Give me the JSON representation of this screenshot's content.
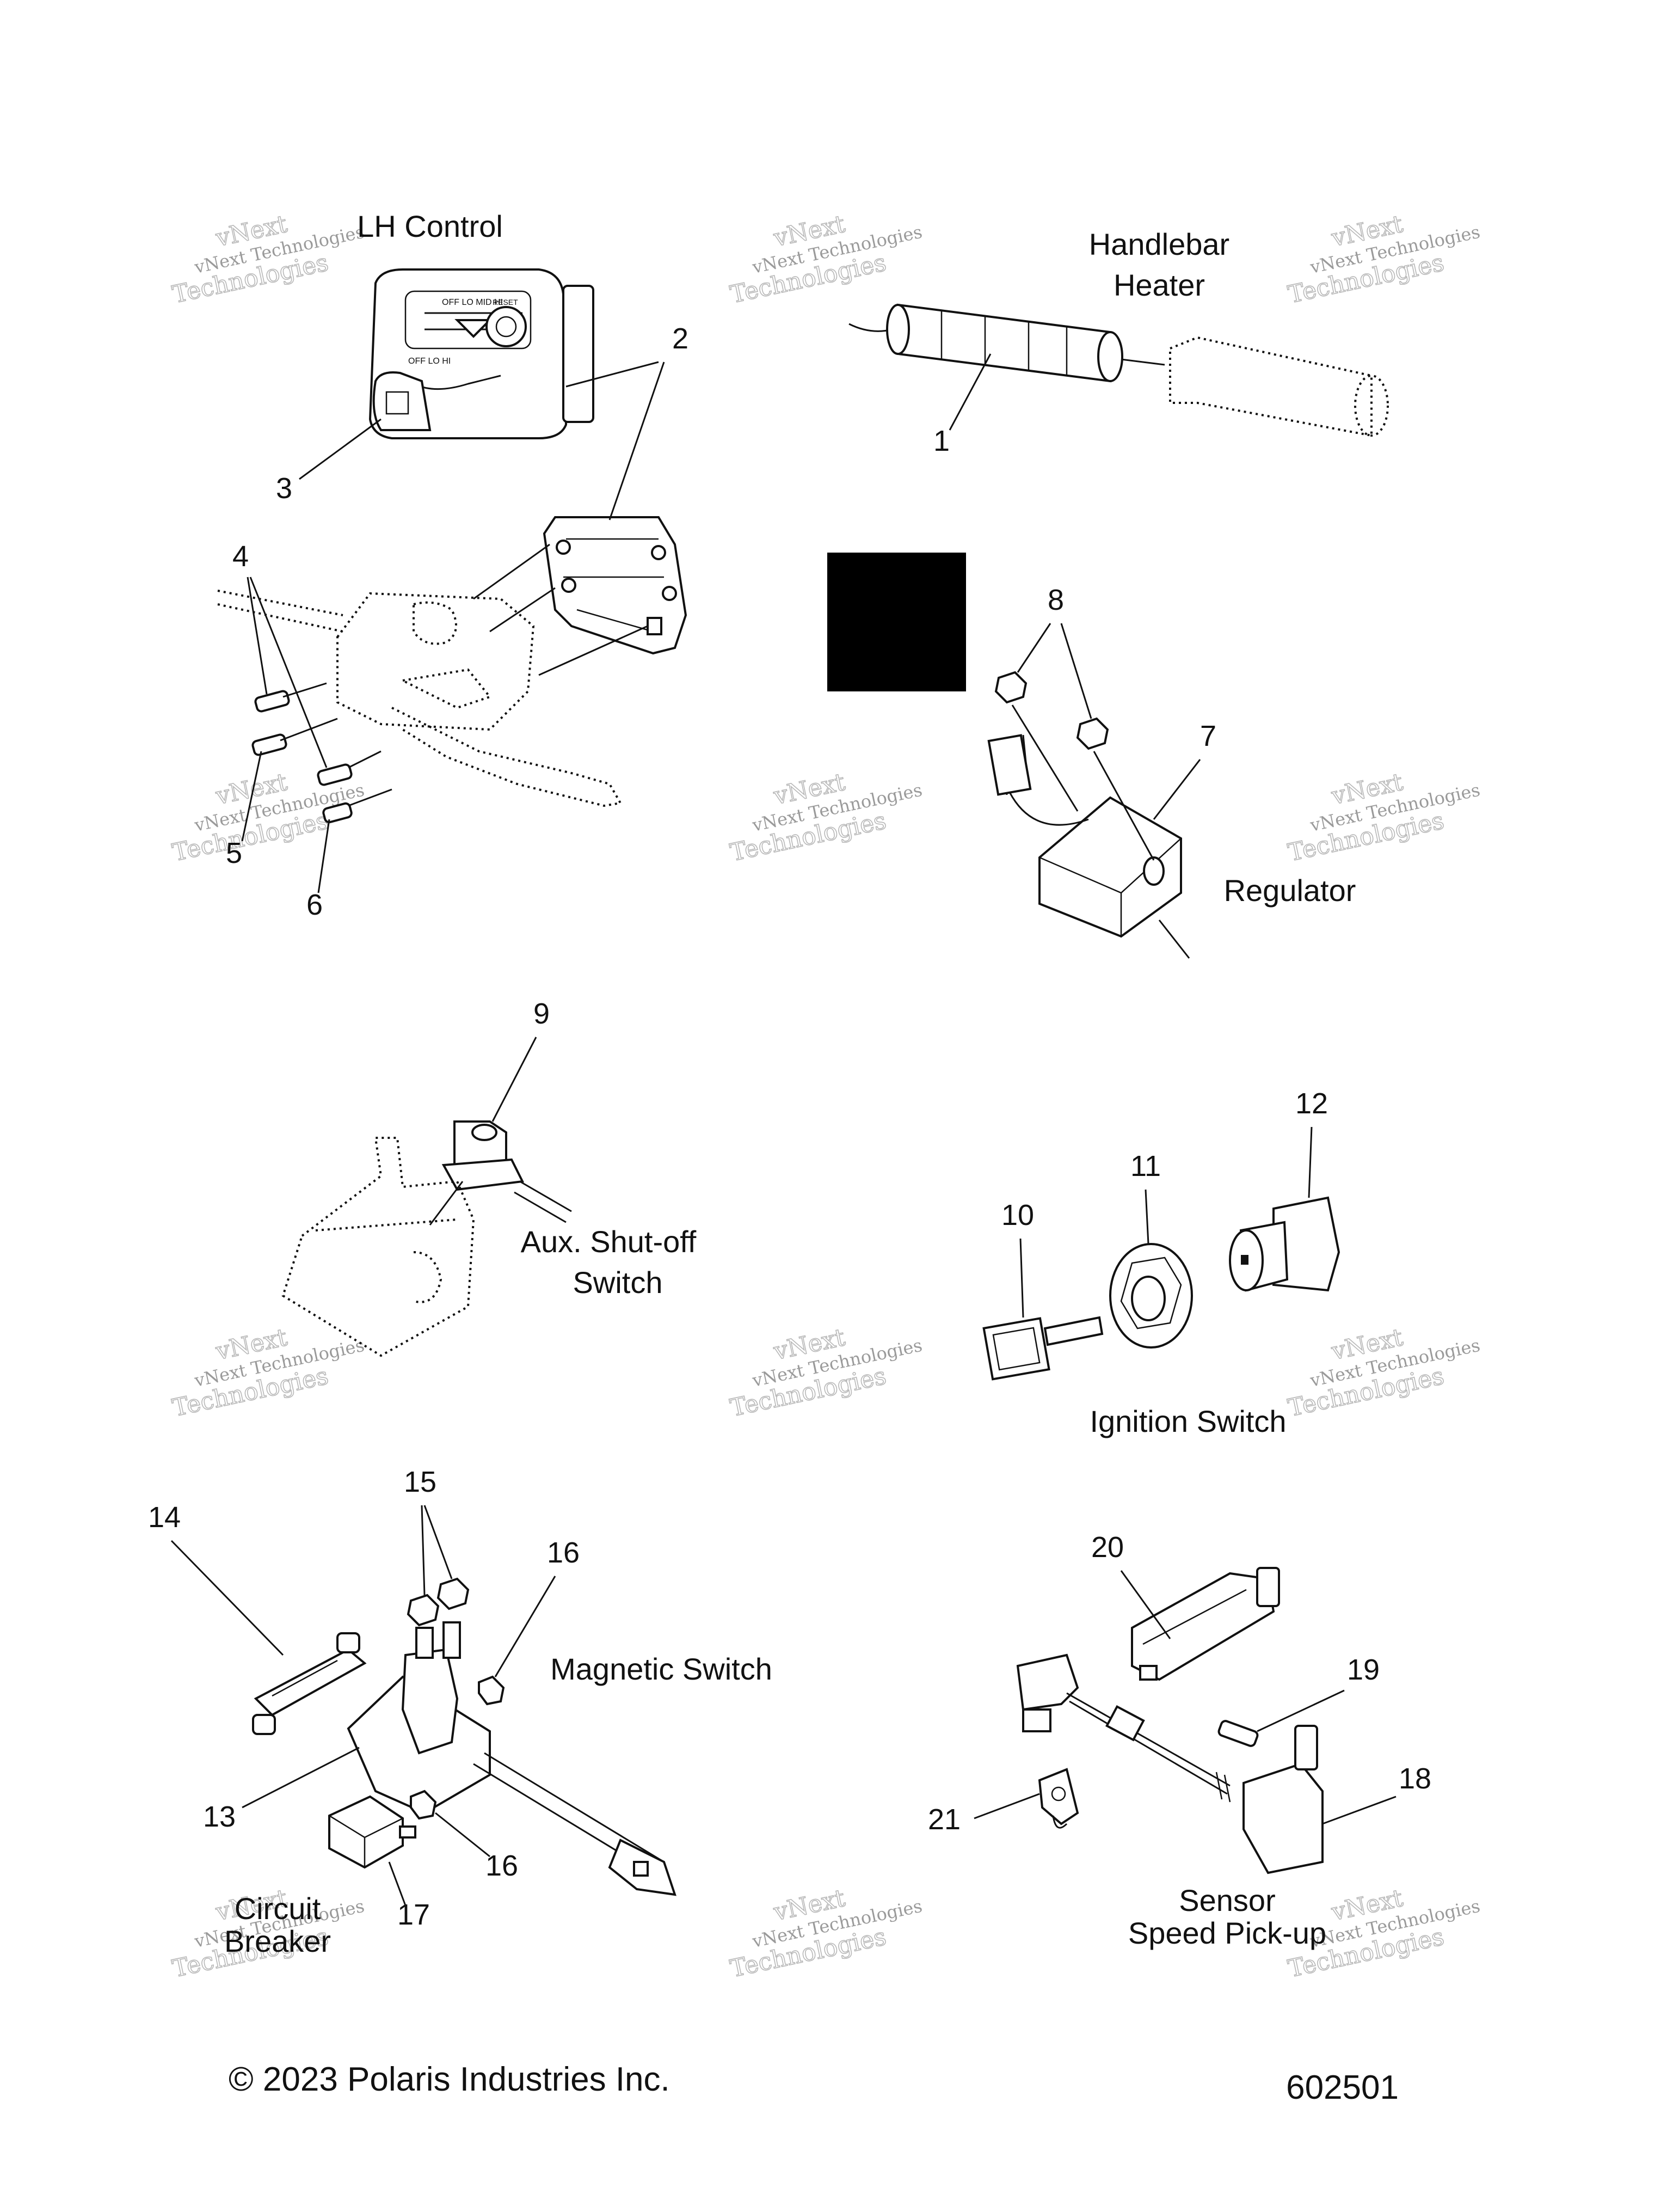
{
  "sections": {
    "lh_control": "LH Control",
    "handlebar_heater": [
      "Handlebar",
      "Heater"
    ],
    "regulator": "Regulator",
    "aux_shutoff": [
      "Aux. Shut-off",
      "Switch"
    ],
    "ignition_switch": "Ignition Switch",
    "magnetic_switch": "Magnetic Switch",
    "circuit_breaker": [
      "Circuit",
      "Breaker"
    ],
    "sensor": [
      "Sensor",
      "Speed Pick-up"
    ]
  },
  "control_text": {
    "top": "OFF LO MID HI",
    "bottom": "OFF LO HI",
    "side": "RESET"
  },
  "callouts": {
    "c1": "1",
    "c2": "2",
    "c3": "3",
    "c4": "4",
    "c5": "5",
    "c6": "6",
    "c7": "7",
    "c8": "8",
    "c9": "9",
    "c10": "10",
    "c11": "11",
    "c12": "12",
    "c13": "13",
    "c14": "14",
    "c15": "15",
    "c16a": "16",
    "c16b": "16",
    "c17": "17",
    "c18": "18",
    "c19": "19",
    "c20": "20",
    "c21": "21"
  },
  "watermark": {
    "line1": "vNext Technologies",
    "line2": "vNext",
    "line3": "Technologies"
  },
  "footer": {
    "copyright": "© 2023 Polaris Industries Inc.",
    "diagram_number": "602501"
  }
}
